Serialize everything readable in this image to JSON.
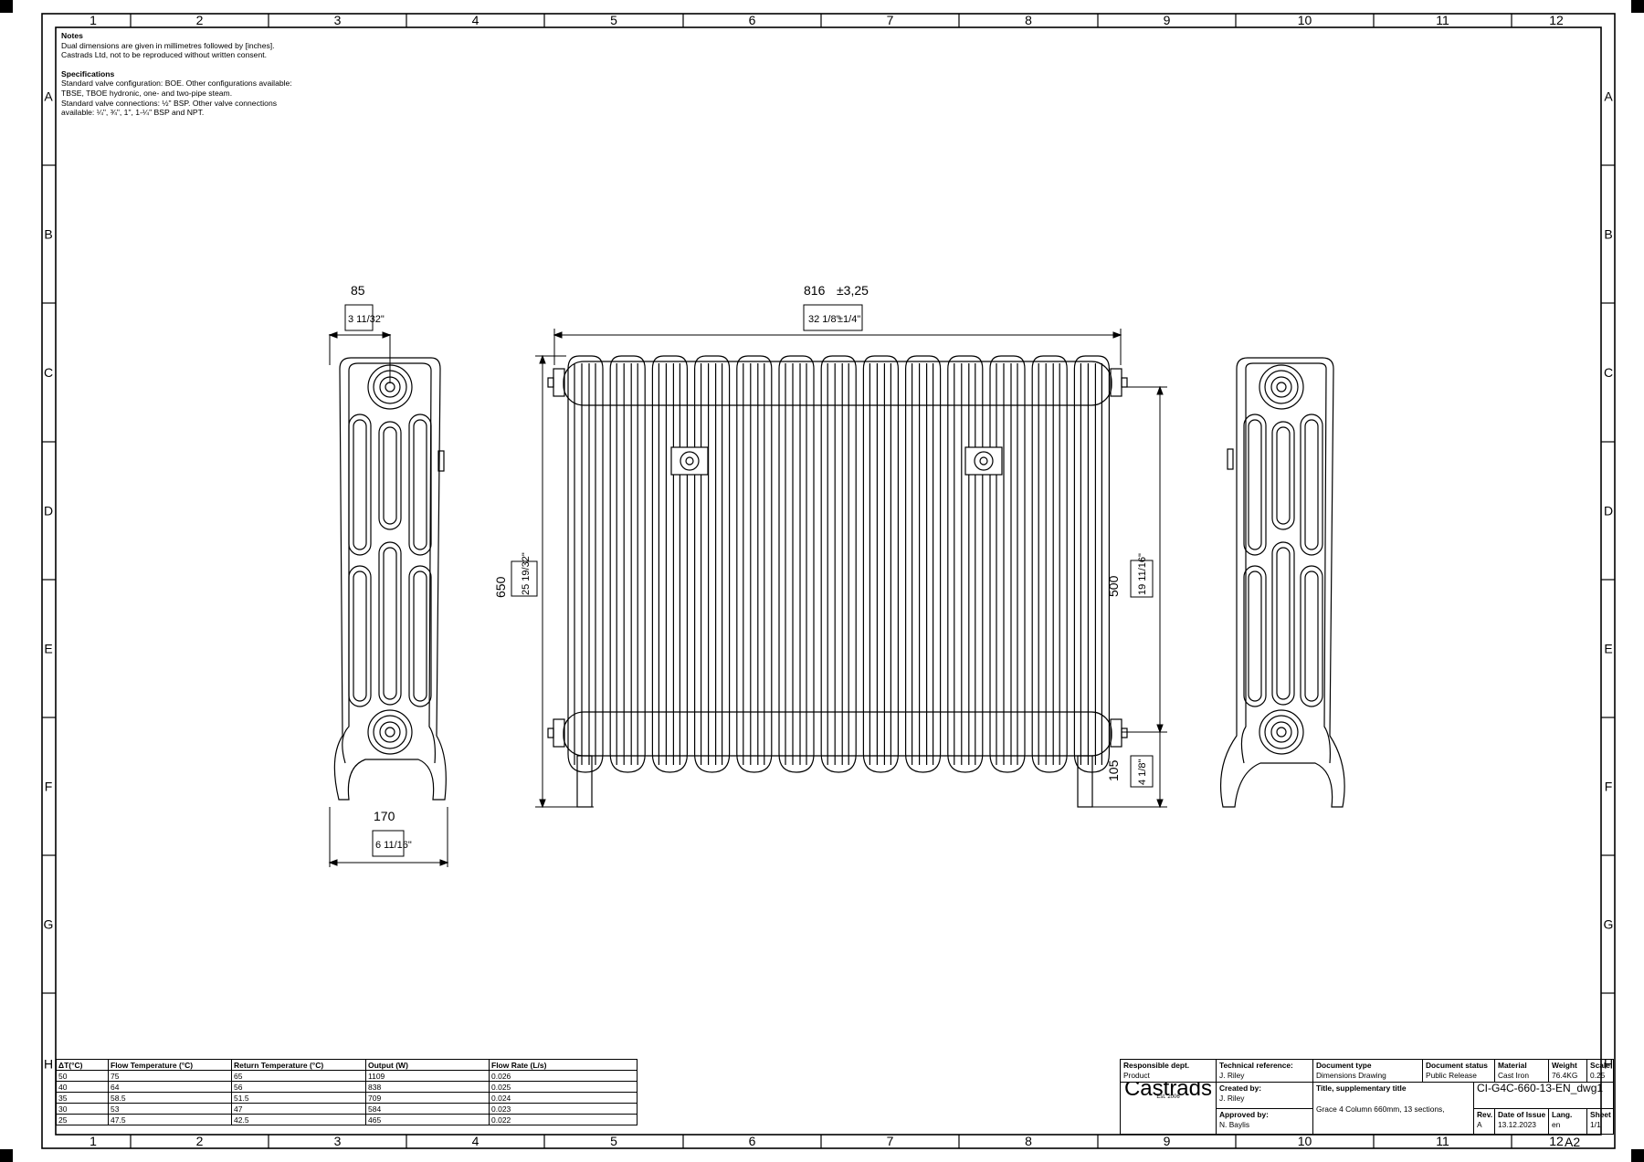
{
  "frame": {
    "columns": [
      "1",
      "2",
      "3",
      "4",
      "5",
      "6",
      "7",
      "8",
      "9",
      "10",
      "11",
      "12"
    ],
    "rows": [
      "A",
      "B",
      "C",
      "D",
      "E",
      "F",
      "G",
      "H"
    ]
  },
  "notes": {
    "notes_heading": "Notes",
    "notes_lines": [
      "Dual dimensions are given in millimetres followed by [inches].",
      "Castrads Ltd, not to be reproduced without written consent."
    ],
    "spec_heading": "Specifications",
    "spec_lines": [
      "Standard valve configuration: BOE. Other configurations available:",
      "TBSE, TBOE hydronic, one- and two-pipe steam.",
      "Standard valve connections: ½\" BSP. Other valve connections",
      "available: ¼\", ¾\", 1\", 1-¼\" BSP and NPT."
    ]
  },
  "dimensions": {
    "side_depth_mm": "85",
    "side_depth_in": "3 11/32\"",
    "side_width_mm": "170",
    "side_width_in": "6 11/16\"",
    "length_mm": "816",
    "length_tol_mm": "±3,25",
    "length_in": "32 1/8\"",
    "length_tol_in": "±1/4\"",
    "height_mm": "650",
    "height_in": "25 19/32\"",
    "centres_mm": "500",
    "centres_in": "19 11/16\"",
    "floor_mm": "105",
    "floor_in": "4 1/8\""
  },
  "performance_table": {
    "headers": [
      "ΔT(°C)",
      "Flow Temperature (°C)",
      "Return Temperature (°C)",
      "Output (W)",
      "Flow Rate (L/s)"
    ],
    "rows": [
      [
        "50",
        "75",
        "65",
        "1109",
        "0.026"
      ],
      [
        "40",
        "64",
        "56",
        "838",
        "0.025"
      ],
      [
        "35",
        "58.5",
        "51.5",
        "709",
        "0.024"
      ],
      [
        "30",
        "53",
        "47",
        "584",
        "0.023"
      ],
      [
        "25",
        "47.5",
        "42.5",
        "465",
        "0.022"
      ]
    ]
  },
  "title_block": {
    "responsible_dept_label": "Responsible dept.",
    "responsible_dept": "Product",
    "tech_ref_label": "Technical reference:",
    "tech_ref": "J. Riley",
    "doc_type_label": "Document type",
    "doc_type": "Dimensions Drawing",
    "doc_status_label": "Document status",
    "doc_status": "Public Release",
    "material_label": "Material",
    "material": "Cast Iron",
    "weight_label": "Weight",
    "weight": "76.4KG",
    "scale_label": "Scale",
    "scale": "0.25",
    "created_by_label": "Created by:",
    "created_by": "J. Riley",
    "approved_by_label": "Approved by:",
    "approved_by": "N. Baylis",
    "title_label": "Title, supplementary title",
    "title": "Grace 4 Column 660mm, 13 sections,",
    "doc_number": "CI-G4C-660-13-EN_dwg1",
    "rev_label": "Rev.",
    "rev": "A",
    "date_label": "Date of Issue",
    "date": "13.12.2023",
    "lang_label": "Lang.",
    "lang": "en",
    "sheet_label": "Sheet",
    "sheet": "1/1",
    "company": "Castrads",
    "company_est": "Est. 2006",
    "paper_size": "A2"
  }
}
